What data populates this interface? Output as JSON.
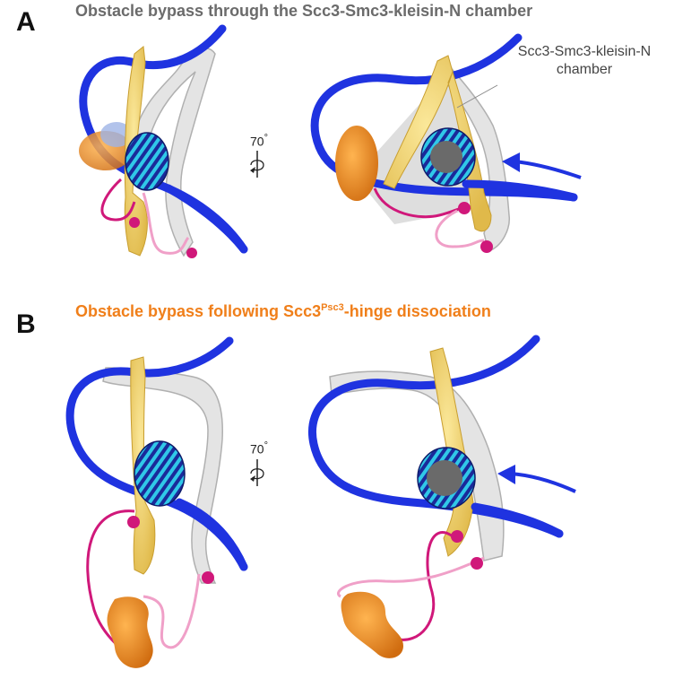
{
  "panels": [
    {
      "letter": "A",
      "title": "Obstacle bypass through the Scc3-Smc3-kleisin-N chamber",
      "title_color": "#6b6b6b",
      "rotation_label": "70",
      "rotation_unit": "°",
      "callout": {
        "line1": "Scc3-Smc3-kleisin-N",
        "line2": "chamber"
      }
    },
    {
      "letter": "B",
      "title_prefix": "Obstacle bypass following Scc3",
      "title_sup": "Psc3",
      "title_suffix": "-hinge dissociation",
      "title_color": "#f07f1a",
      "rotation_label": "70",
      "rotation_unit": "°"
    }
  ],
  "colors": {
    "dna": "#1f33e0",
    "smc_yellow": "#f2d36b",
    "smc_white": "#d8d8d8",
    "scc3_orange": "#f09020",
    "kleisin_magenta": "#d0187a",
    "kleisin_pink": "#f0a0c8",
    "nucleosome_dark": "#1a2a9a",
    "nucleosome_cyan": "#30c8e8",
    "histone_grey": "#707070",
    "chamber_shade": "#c8c8c8"
  },
  "icons": [
    "rotation-arrow-icon",
    "dna-entry-arrow-icon"
  ]
}
